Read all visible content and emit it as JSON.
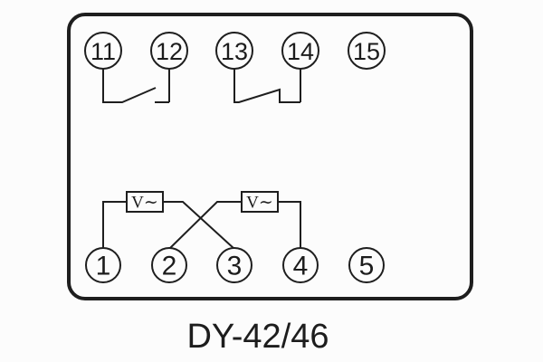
{
  "diagram": {
    "title": "DY-42/46",
    "top_terminals": [
      "11",
      "12",
      "13",
      "14",
      "15"
    ],
    "bottom_terminals": [
      "1",
      "2",
      "3",
      "4",
      "5"
    ],
    "voltmeter_label": "V∼",
    "line_color": "#1e1e1e"
  }
}
